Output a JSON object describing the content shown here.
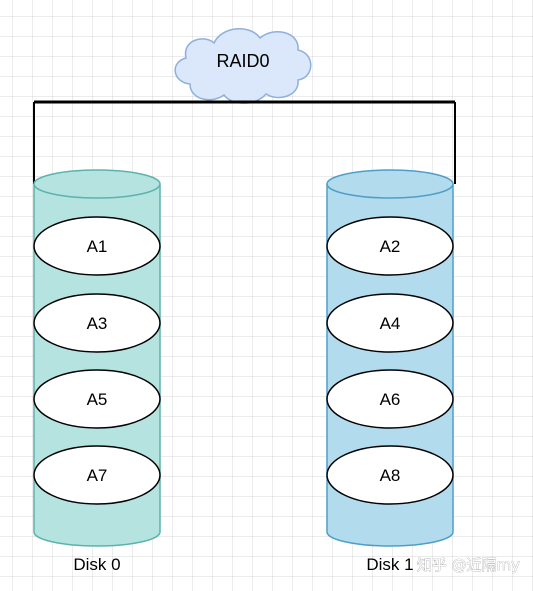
{
  "cloud": {
    "label": "RAID0"
  },
  "disks": [
    {
      "label": "Disk 0",
      "blocks": [
        "A1",
        "A3",
        "A5",
        "A7"
      ]
    },
    {
      "label": "Disk 1",
      "blocks": [
        "A2",
        "A4",
        "A6",
        "A8"
      ]
    }
  ],
  "watermark": "知乎 @近隔my",
  "colors": {
    "disk0_fill": "#b5e3e0",
    "disk0_stroke": "#5cb2ad",
    "disk1_fill": "#b2dbee",
    "disk1_stroke": "#4f9ec8",
    "cloud_fill": "#dbe8fb",
    "cloud_stroke": "#8fb0db",
    "line": "#000000"
  }
}
